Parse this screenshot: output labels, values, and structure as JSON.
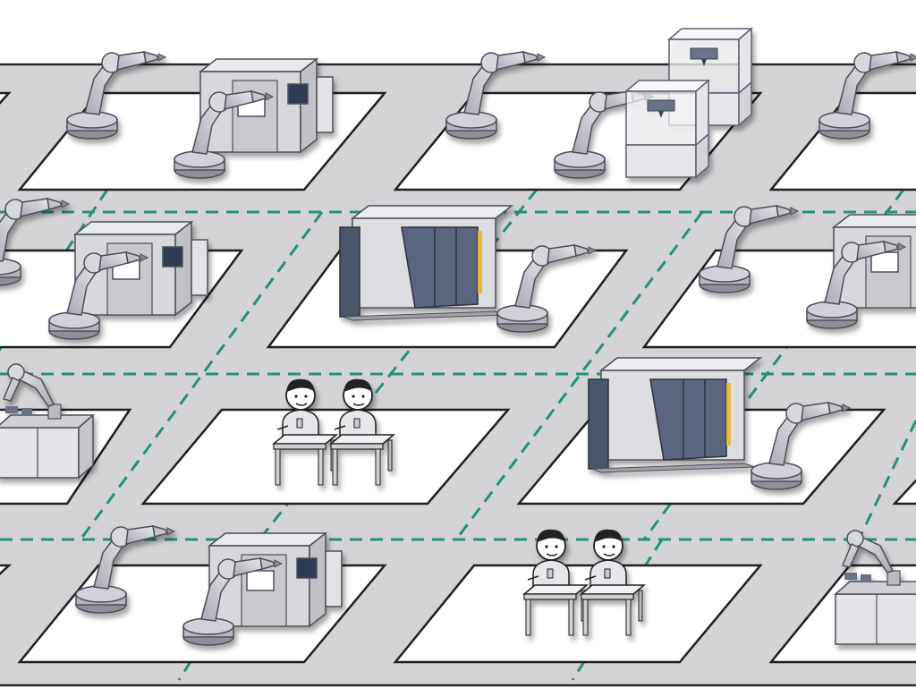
{
  "title": "",
  "palette": {
    "floor": "#d4d4d6",
    "floor_edge": "#2a2a2a",
    "cell": "#ffffff",
    "path": "#23917a",
    "machine_light": "#d8d8dc",
    "machine_dark": "#586579",
    "robot": "#c4c6cc",
    "robot_base": "#9a9ca3",
    "person_shirt": "#e3e5e9"
  },
  "layout_rows": [
    [
      "robot-cell",
      "robot-cell",
      "printer-cell",
      "robot-cell"
    ],
    [
      "robot-cell",
      "cnc-cell",
      "robot-cell"
    ],
    [
      "pick-cell",
      "manual-cell",
      "cnc-cell",
      "empty-cell"
    ],
    [
      "empty-cell",
      "robot-cell",
      "manual-cell",
      "pick-cell"
    ]
  ],
  "stations": {
    "robot-cell": {
      "kind": "robot arms with processing machine",
      "icon": "robot-arm-icon"
    },
    "printer-cell": {
      "kind": "robot arms with 3D printers",
      "icon": "printer-3d-icon"
    },
    "cnc-cell": {
      "kind": "large machine with robot arm",
      "icon": "cnc-machine-icon"
    },
    "manual-cell": {
      "kind": "workers at desks",
      "icon": "worker-icon"
    },
    "pick-cell": {
      "kind": "robot arm picking at table",
      "icon": "pick-robot-icon"
    },
    "empty-cell": {
      "kind": "empty cell",
      "icon": ""
    }
  }
}
